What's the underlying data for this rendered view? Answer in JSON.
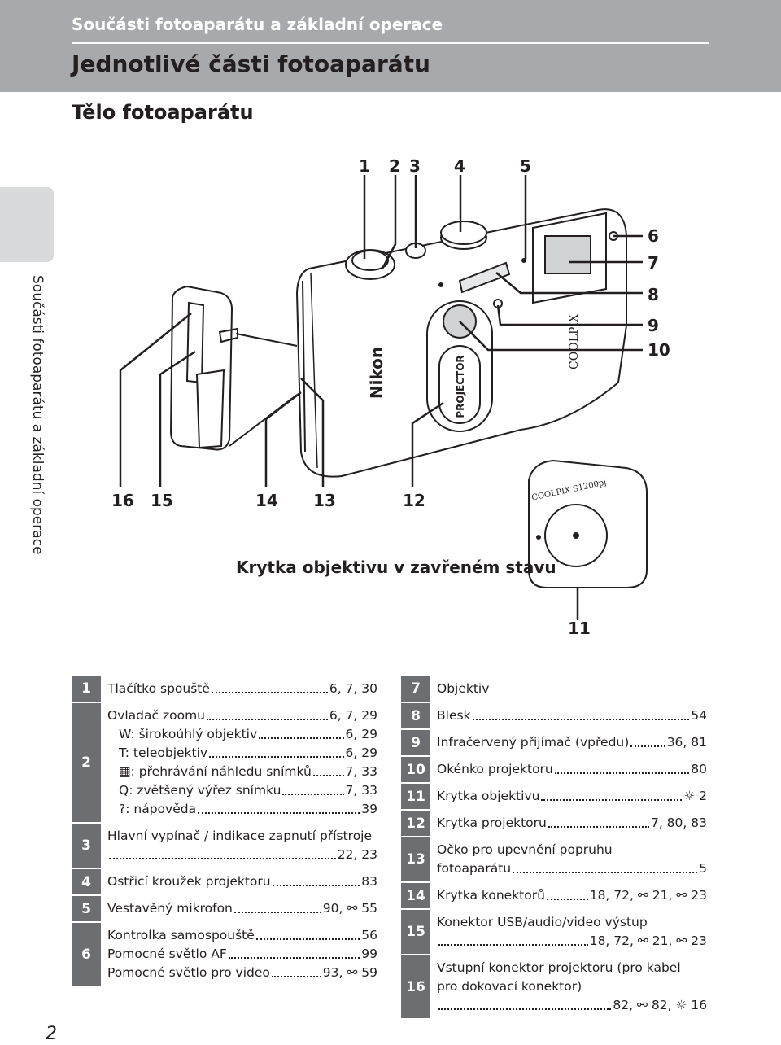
{
  "header": {
    "section": "Součásti fotoaparátu a základní operace",
    "title": "Jednotlivé části fotoaparátu"
  },
  "subtitle": "Tělo fotoaparátu",
  "side_tab_text": "Součásti fotoaparátu a základní operace",
  "page_number": "2",
  "figure": {
    "callouts_top": [
      "1",
      "2",
      "3",
      "4",
      "5"
    ],
    "callouts_right": [
      "6",
      "7",
      "8",
      "9",
      "10"
    ],
    "callouts_bottom": [
      "16",
      "15",
      "14",
      "13",
      "12"
    ],
    "callout_11": "11",
    "brand": "Nikon",
    "projector_label": "PROJECTOR",
    "coolpix": "COOLPIX",
    "coolpix_model": "COOLPIX S1200pj",
    "lens_cap_caption": "Krytka objektivu v zavřeném stavu"
  },
  "left_table": [
    {
      "num": "1",
      "lines": [
        {
          "label": "Tlačítko spouště",
          "pages": "6, 7, 30"
        }
      ]
    },
    {
      "num": "2",
      "lines": [
        {
          "label": "Ovladač zoomu",
          "pages": "6, 7, 29"
        },
        {
          "label": "W: širokoúhlý objektiv",
          "pages": "6, 29",
          "indent": true
        },
        {
          "label": "T: teleobjektiv",
          "pages": "6, 29",
          "indent": true
        },
        {
          "label": "▦: přehrávání náhledu snímků",
          "pages": "7, 33",
          "indent": true
        },
        {
          "label": "Q: zvětšený výřez snímku",
          "pages": "7, 33",
          "indent": true
        },
        {
          "label": "?: nápověda",
          "pages": "39",
          "indent": true
        }
      ]
    },
    {
      "num": "3",
      "lines": [
        {
          "text": "Hlavní vypínač / indikace zapnutí přístroje"
        },
        {
          "label": "",
          "pages": "22, 23"
        }
      ]
    },
    {
      "num": "4",
      "lines": [
        {
          "label": "Ostřicí kroužek projektoru",
          "pages": "83"
        }
      ]
    },
    {
      "num": "5",
      "lines": [
        {
          "label": "Vestavěný mikrofon",
          "pages": "90, ⚯ 55"
        }
      ]
    },
    {
      "num": "6",
      "lines": [
        {
          "label": "Kontrolka samospouště",
          "pages": "56"
        },
        {
          "label": "Pomocné světlo AF",
          "pages": "99"
        },
        {
          "label": "Pomocné světlo pro video",
          "pages": "93, ⚯ 59"
        }
      ]
    }
  ],
  "right_table": [
    {
      "num": "7",
      "lines": [
        {
          "text": "Objektiv"
        }
      ]
    },
    {
      "num": "8",
      "lines": [
        {
          "label": "Blesk",
          "pages": "54"
        }
      ]
    },
    {
      "num": "9",
      "lines": [
        {
          "label": "Infračervený přijímač (vpředu)",
          "pages": "36, 81"
        }
      ]
    },
    {
      "num": "10",
      "lines": [
        {
          "label": "Okénko projektoru",
          "pages": "80"
        }
      ]
    },
    {
      "num": "11",
      "lines": [
        {
          "label": "Krytka objektivu",
          "pages": "☼ 2"
        }
      ]
    },
    {
      "num": "12",
      "lines": [
        {
          "label": "Krytka projektoru",
          "pages": "7, 80, 83"
        }
      ]
    },
    {
      "num": "13",
      "lines": [
        {
          "text": "Očko pro upevnění popruhu"
        },
        {
          "label": "fotoaparátu",
          "pages": "5"
        }
      ]
    },
    {
      "num": "14",
      "lines": [
        {
          "label": "Krytka konektorů",
          "pages": "18, 72, ⚯ 21, ⚯ 23"
        }
      ]
    },
    {
      "num": "15",
      "lines": [
        {
          "text": "Konektor USB/audio/video výstup"
        },
        {
          "label": "",
          "pages": "18, 72, ⚯ 21, ⚯ 23"
        }
      ]
    },
    {
      "num": "16",
      "lines": [
        {
          "text": "Vstupní konektor projektoru (pro kabel"
        },
        {
          "text": "pro dokovací konektor)"
        },
        {
          "label": "",
          "pages": "82, ⚯ 82, ☼ 16"
        }
      ]
    }
  ]
}
